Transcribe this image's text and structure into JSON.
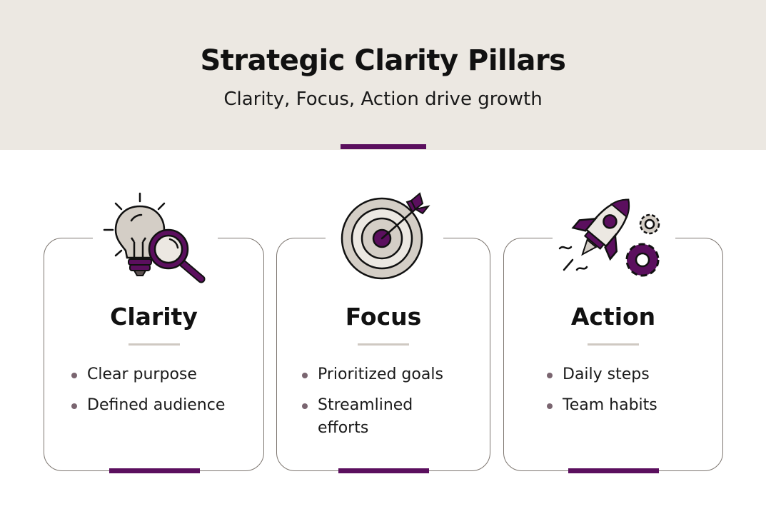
{
  "header": {
    "title": "Strategic Clarity Pillars",
    "subtitle": "Clarity, Focus, Action drive growth"
  },
  "colors": {
    "header_bg": "#ECE8E2",
    "accent_purple": "#5B0F5E",
    "icon_fill_neutral": "#D4CEC6",
    "card_border": "#7d7670",
    "bullet": "#7a6570"
  },
  "pillars": [
    {
      "title": "Clarity",
      "icon": "lightbulb-magnifier-icon",
      "items": [
        "Clear purpose",
        "Defined audience"
      ]
    },
    {
      "title": "Focus",
      "icon": "target-arrow-icon",
      "items": [
        "Prioritized goals",
        "Streamlined efforts"
      ]
    },
    {
      "title": "Action",
      "icon": "rocket-gears-icon",
      "items": [
        "Daily steps",
        "Team habits"
      ]
    }
  ]
}
